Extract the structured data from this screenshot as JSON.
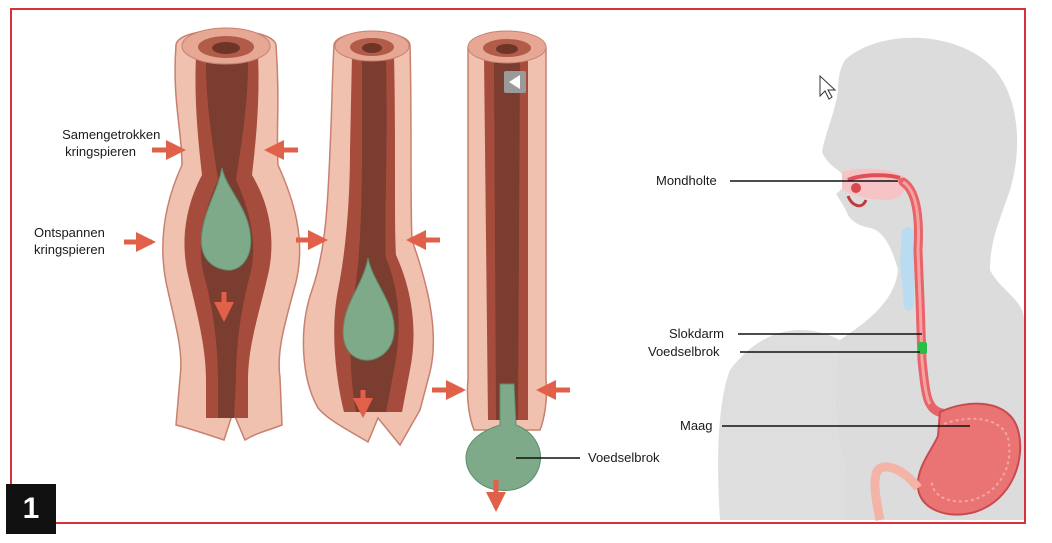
{
  "diagram": {
    "labels": {
      "contracted": [
        "Samengetrokken",
        "kringspieren"
      ],
      "relaxed": [
        "Ontspannen",
        "kringspieren"
      ],
      "bolus_left": "Voedselbrok",
      "mouth": "Mondholte",
      "esophagus": "Slokdarm",
      "bolus_right": "Voedselbrok",
      "stomach": "Maag"
    },
    "figure_number": "1",
    "icons": [
      "play-icon",
      "cursor-icon",
      "arrow-icon"
    ],
    "colors": {
      "frame": "#d8313a",
      "muscle_outer": "#f0c1ae",
      "muscle_inner": "#9d4a3a",
      "lumen": "#7a3d30",
      "bolus": "#7eaa8a",
      "arrow": "#e0604a",
      "silhouette": "#dcdcdc",
      "esophagus_tract": "#e8646a",
      "bolus_marker": "#2dbb4a",
      "trachea": "#b7dcef"
    }
  }
}
